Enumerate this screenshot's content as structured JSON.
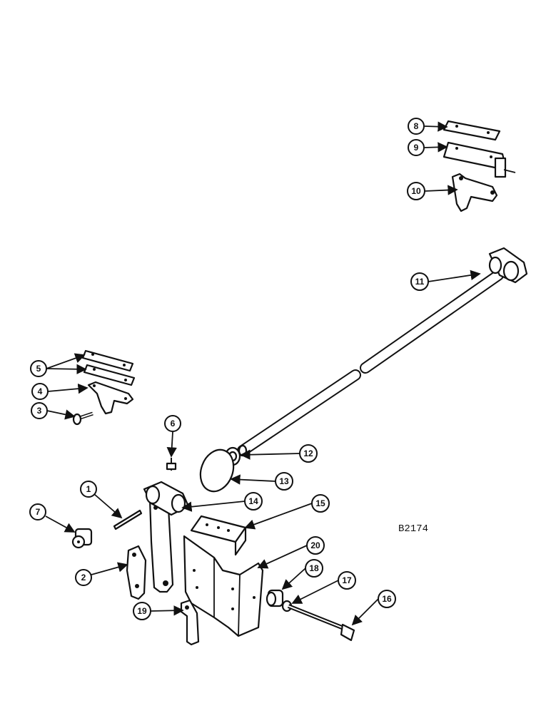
{
  "drawing_code": "B2174",
  "callouts": [
    {
      "id": "c1",
      "label": "1"
    },
    {
      "id": "c2",
      "label": "2"
    },
    {
      "id": "c3",
      "label": "3"
    },
    {
      "id": "c4",
      "label": "4"
    },
    {
      "id": "c5",
      "label": "5"
    },
    {
      "id": "c6",
      "label": "6"
    },
    {
      "id": "c7",
      "label": "7"
    },
    {
      "id": "c8",
      "label": "8"
    },
    {
      "id": "c9",
      "label": "9"
    },
    {
      "id": "c10",
      "label": "10"
    },
    {
      "id": "c11",
      "label": "11"
    },
    {
      "id": "c12",
      "label": "12"
    },
    {
      "id": "c13",
      "label": "13"
    },
    {
      "id": "c14",
      "label": "14"
    },
    {
      "id": "c15",
      "label": "15"
    },
    {
      "id": "c16",
      "label": "16"
    },
    {
      "id": "c17",
      "label": "17"
    },
    {
      "id": "c18",
      "label": "18"
    },
    {
      "id": "c19",
      "label": "19"
    },
    {
      "id": "c20",
      "label": "20"
    }
  ]
}
